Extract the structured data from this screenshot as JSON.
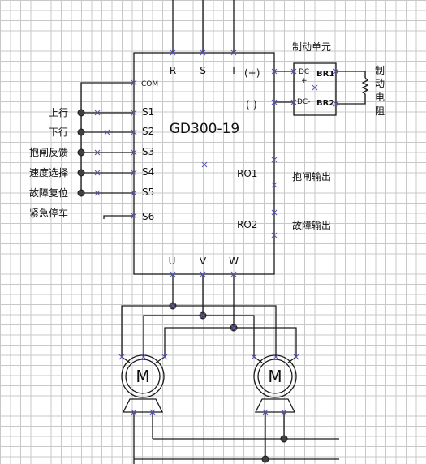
{
  "device": {
    "model": "GD300-19",
    "inputs": [
      "R",
      "S",
      "T"
    ],
    "outputs": [
      "U",
      "V",
      "W"
    ],
    "dc_plus": "(+)",
    "dc_minus": "(-)",
    "com": "COM",
    "relay_outputs": [
      "RO1",
      "RO2"
    ]
  },
  "digital_inputs": [
    {
      "terminal": "S1",
      "label": "上行"
    },
    {
      "terminal": "S2",
      "label": "下行"
    },
    {
      "terminal": "S3",
      "label": "抱闸反馈"
    },
    {
      "terminal": "S4",
      "label": "速度选择"
    },
    {
      "terminal": "S5",
      "label": "故障复位"
    },
    {
      "terminal": "S6",
      "label": "紧急停车"
    }
  ],
  "relay_labels": [
    "抱闸输出",
    "故障输出"
  ],
  "brake_unit": {
    "title": "制动单元",
    "dc_plus": "DC",
    "plus_sign": "+",
    "dc_minus": "DC-",
    "br1": "BR1",
    "br2": "BR2"
  },
  "brake_resistor_label": [
    "制",
    "动",
    "电",
    "阻"
  ],
  "motors": [
    "M",
    "M"
  ],
  "colors": {
    "wire": "#1a1a1a",
    "terminal_cross": "#5a5ab4",
    "grid": "#c8c8c8"
  }
}
